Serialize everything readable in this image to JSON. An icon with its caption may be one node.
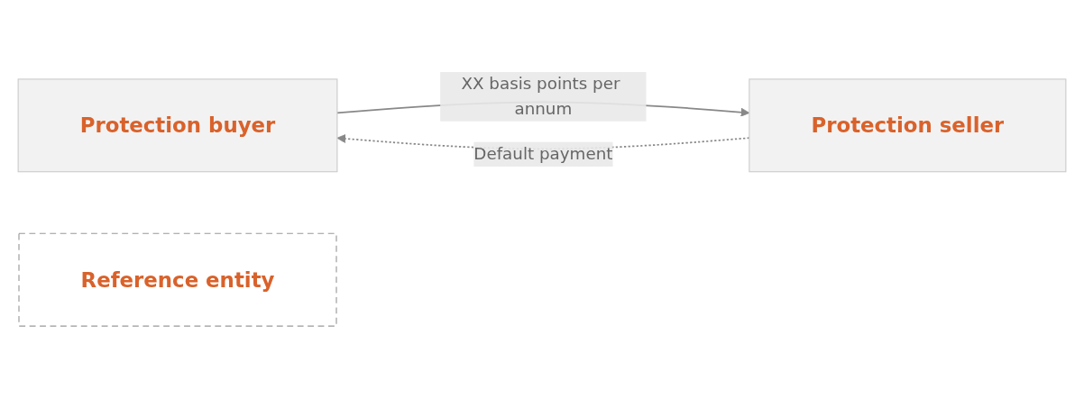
{
  "diagram": {
    "nodes": [
      {
        "text": [
          "Protection buyer"
        ]
      },
      {
        "text": [
          "Protection seller"
        ]
      },
      {
        "text": [
          "Reference entity"
        ]
      }
    ],
    "edges": [
      {
        "from": 0,
        "to": 1,
        "arrow": "to",
        "label": "XX basis points per annum"
      },
      {
        "from": 1,
        "to": 0,
        "arrow": "to",
        "label": "Default payment",
        "style": "dashed"
      }
    ]
  }
}
